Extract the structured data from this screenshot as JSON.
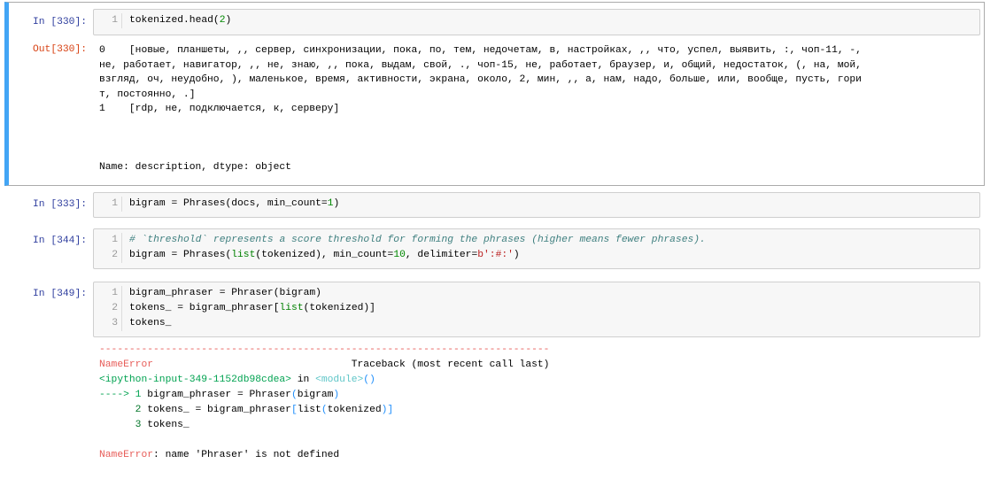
{
  "cells": [
    {
      "prompt": "In [330]:",
      "out_prompt": "Out[330]:",
      "code": [
        [
          {
            "t": "tokenized.head("
          },
          {
            "t": "2",
            "c": "num"
          },
          {
            "t": ")"
          }
        ]
      ],
      "output": [
        "0    [новые, планшеты, ,, сервер, синхронизации, пока, по, тем, недочетам, в, настройках, ,, что, успел, выявить, :, чоп-11, -,",
        "не, работает, навигатор, ,, не, знаю, ,, пока, выдам, свой, ., чоп-15, не, работает, браузер, и, общий, недостаток, (, на, мой,",
        "взгляд, оч, неудобно, ), маленькое, время, активности, экрана, около, 2, мин, ,, а, нам, надо, больше, или, вообще, пусть, гори",
        "т, постоянно, .]",
        "1    [rdp, не, подключается, к, серверу]",
        "",
        "",
        "",
        "Name: description, dtype: object"
      ]
    },
    {
      "prompt": "In [333]:",
      "code": [
        [
          {
            "t": "bigram = Phrases(docs, min_count="
          },
          {
            "t": "1",
            "c": "num"
          },
          {
            "t": ")"
          }
        ]
      ]
    },
    {
      "prompt": "In [344]:",
      "code": [
        [
          {
            "t": "# `threshold` represents a score threshold for forming the phrases (higher means fewer phrases).",
            "c": "com"
          }
        ],
        [
          {
            "t": "bigram = Phrases("
          },
          {
            "t": "list",
            "c": "bi"
          },
          {
            "t": "(tokenized), min_count="
          },
          {
            "t": "10",
            "c": "num"
          },
          {
            "t": ", delimiter="
          },
          {
            "t": "b':#:'",
            "c": "str"
          },
          {
            "t": ")"
          }
        ]
      ]
    },
    {
      "prompt": "In [349]:",
      "code": [
        [
          {
            "t": "bigram_phraser = Phraser(bigram)"
          }
        ],
        [
          {
            "t": "tokens_ = bigram_phraser["
          },
          {
            "t": "list",
            "c": "bi"
          },
          {
            "t": "(tokenized)]"
          }
        ],
        [
          {
            "t": "tokens_"
          }
        ]
      ],
      "traceback": [
        [
          {
            "t": "---------------------------------------------------------------------------",
            "c": "err"
          }
        ],
        [
          {
            "t": "NameError",
            "c": "err"
          },
          {
            "t": "                                 Traceback (most recent call last)"
          }
        ],
        [
          {
            "t": "<ipython-input-349-1152db98cdea>",
            "c": "grn"
          },
          {
            "t": " in "
          },
          {
            "t": "<module>",
            "c": "cyan"
          },
          {
            "t": "()",
            "c": "blue"
          }
        ],
        [
          {
            "t": "----> 1 ",
            "c": "grn"
          },
          {
            "t": "bigram_phraser "
          },
          {
            "t": "="
          },
          {
            "t": " Phraser"
          },
          {
            "t": "(",
            "c": "blue"
          },
          {
            "t": "bigram"
          },
          {
            "t": ")",
            "c": "blue"
          }
        ],
        [
          {
            "t": "      2 ",
            "c": "dgrn"
          },
          {
            "t": "tokens_ = bigram_phraser"
          },
          {
            "t": "[",
            "c": "blue"
          },
          {
            "t": "list"
          },
          {
            "t": "(",
            "c": "blue"
          },
          {
            "t": "tokenized"
          },
          {
            "t": ")]",
            "c": "blue"
          }
        ],
        [
          {
            "t": "      3 ",
            "c": "dgrn"
          },
          {
            "t": "tokens_"
          }
        ],
        [
          {
            "t": ""
          }
        ],
        [
          {
            "t": "NameError",
            "c": "err"
          },
          {
            "t": ": name 'Phraser' is not defined"
          }
        ]
      ]
    }
  ]
}
